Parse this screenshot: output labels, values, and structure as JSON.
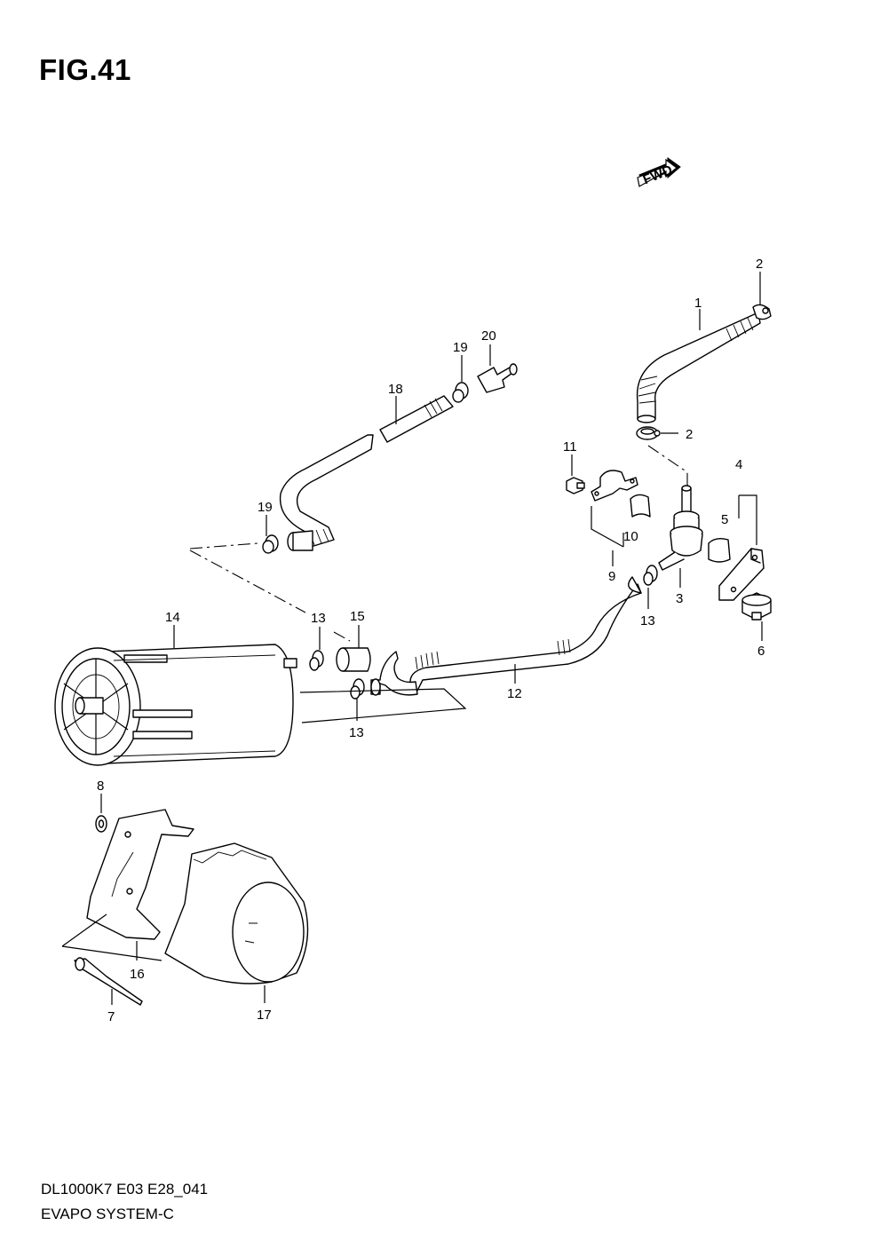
{
  "title": "FIG.41",
  "footer": {
    "code": "DL1000K7 E03 E28_041",
    "system": "EVAPO SYSTEM-C"
  },
  "fwd_label": "FWD",
  "callouts": {
    "c1": "1",
    "c2a": "2",
    "c2b": "2",
    "c3": "3",
    "c4": "4",
    "c5": "5",
    "c6": "6",
    "c7": "7",
    "c8": "8",
    "c9": "9",
    "c10": "10",
    "c11": "11",
    "c12": "12",
    "c13a": "13",
    "c13b": "13",
    "c13c": "13",
    "c14": "14",
    "c15": "15",
    "c16": "16",
    "c17": "17",
    "c18": "18",
    "c19a": "19",
    "c19b": "19",
    "c20": "20"
  }
}
